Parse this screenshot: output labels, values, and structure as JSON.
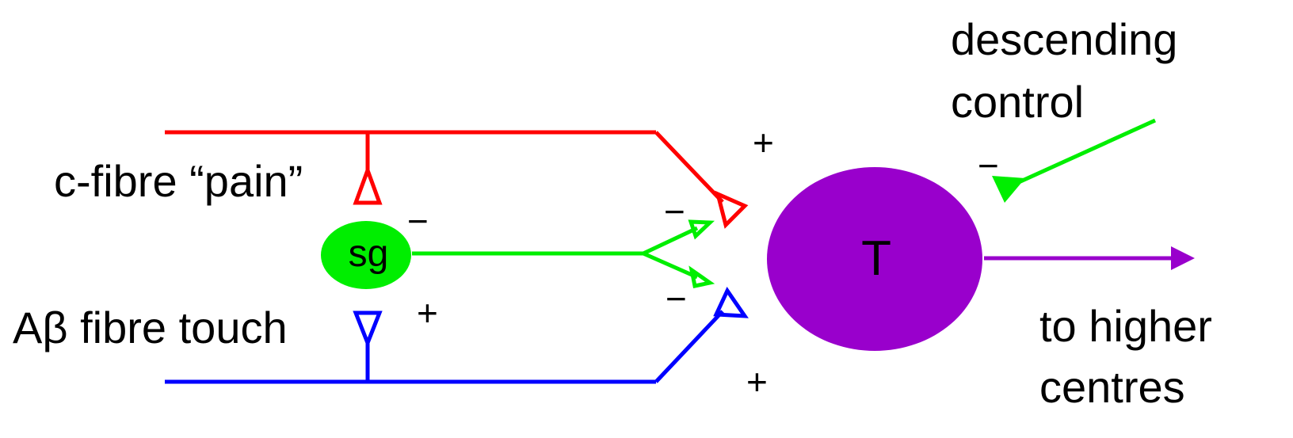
{
  "labels": {
    "c_fibre": "c-fibre “pain”",
    "ab_fibre": "Aβ fibre touch",
    "descending_line1": "descending",
    "descending_line2": "control",
    "higher_line1": "to higher",
    "higher_line2": "centres",
    "sg": "sg",
    "t": "T"
  },
  "signs": {
    "c_to_t": "+",
    "ab_to_t": "+",
    "sg_to_c": "−",
    "ab_to_sg": "+",
    "sg_to_t_upper": "−",
    "sg_to_t_lower": "−",
    "descending": "−"
  },
  "colors": {
    "c_fibre": "#ff0000",
    "ab_fibre": "#0000ff",
    "sg": "#00ee00",
    "t_cell": "#9900cc",
    "text": "#000000"
  },
  "icons": {
    "excitatory_synapse": "open-triangle",
    "descending_synapse": "filled-triangle",
    "output": "arrowhead"
  }
}
